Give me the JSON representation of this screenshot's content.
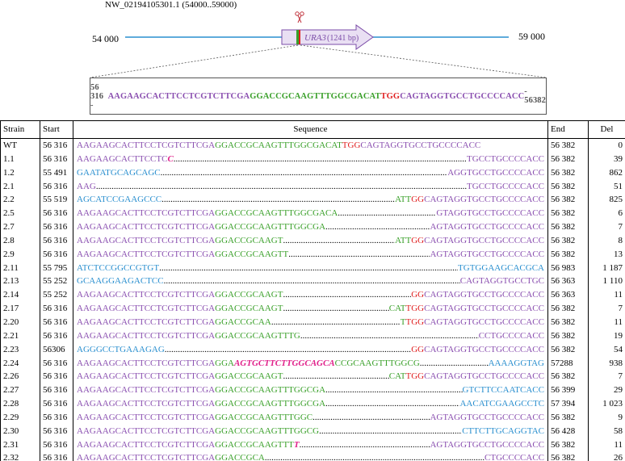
{
  "locus": "NW_02194105301.1 (54000..59000)",
  "coord_left": "54 000",
  "coord_right": "59 000",
  "gene_label": "URA3",
  "gene_size": "(1241 bp)",
  "colors": {
    "purple": "#8a4fb0",
    "green": "#3aa02a",
    "red": "#e02020",
    "blue": "#2a8fcf",
    "magenta": "#e0208a"
  },
  "zoom": {
    "start": "56 316 - ",
    "segs": [
      {
        "t": "AAGAAGCACTTCCTCGTCTTCGA",
        "c": "purple"
      },
      {
        "t": "GGACCGCAAGTTTGGCGACAT",
        "c": "green"
      },
      {
        "t": "TGG",
        "c": "red"
      },
      {
        "t": "CAGTAGGTGCCTGCCCCACC",
        "c": "purple"
      }
    ],
    "end": " - 56382"
  },
  "table": {
    "headers": [
      "Strain",
      "Start",
      "Sequence",
      "End",
      "Del"
    ],
    "rows": [
      {
        "strain": "WT",
        "start": "56 316",
        "end": "56 382",
        "del": "0",
        "left": [
          {
            "t": "AAGAAGCACTTCCTCGTCTTCGA",
            "c": "purple"
          },
          {
            "t": "GGACCGCAAGTTTGGCGACAT",
            "c": "green"
          },
          {
            "t": "TGG",
            "c": "red"
          },
          {
            "t": "CAGTAGGTGCCTGCCCCACC",
            "c": "purple"
          }
        ],
        "right": []
      },
      {
        "strain": "1.1",
        "start": "56 316",
        "end": "56 382",
        "del": "39",
        "left": [
          {
            "t": "AAGAAGCACTTCCTC",
            "c": "purple"
          },
          {
            "t": "C",
            "c": "magenta",
            "i": true
          }
        ],
        "right": [
          {
            "t": "TGCCTGCCCCACC",
            "c": "purple"
          }
        ]
      },
      {
        "strain": "1.2",
        "start": "55 491",
        "end": "56 382",
        "del": "862",
        "left": [
          {
            "t": "GAATATGCAGCAGC",
            "c": "blue"
          }
        ],
        "right": [
          {
            "t": "AGGTGCCTGCCCCACC",
            "c": "purple"
          }
        ]
      },
      {
        "strain": "2.1",
        "start": "56 316",
        "end": "56 382",
        "del": "51",
        "left": [
          {
            "t": "AAG",
            "c": "purple"
          }
        ],
        "right": [
          {
            "t": "TGCCTGCCCCACC",
            "c": "purple"
          }
        ]
      },
      {
        "strain": "2.2",
        "start": "55 519",
        "end": "56 382",
        "del": "825",
        "left": [
          {
            "t": "AGCATCCGAAGCCC",
            "c": "blue"
          }
        ],
        "right": [
          {
            "t": "ATT",
            "c": "green"
          },
          {
            "t": "GG",
            "c": "red"
          },
          {
            "t": "CAGTAGGTGCCTGCCCCACC",
            "c": "purple"
          }
        ]
      },
      {
        "strain": "2.5",
        "start": "56 316",
        "end": "56 382",
        "del": "6",
        "left": [
          {
            "t": "AAGAAGCACTTCCTCGTCTTCGA",
            "c": "purple"
          },
          {
            "t": "GGACCGCAAGTTTGGCGACA",
            "c": "green"
          }
        ],
        "right": [
          {
            "t": "GTAGGTGCCTGCCCCACC",
            "c": "purple"
          }
        ]
      },
      {
        "strain": "2.7",
        "start": "56 316",
        "end": "56 382",
        "del": "7",
        "left": [
          {
            "t": "AAGAAGCACTTCCTCGTCTTCGA",
            "c": "purple"
          },
          {
            "t": "GGACCGCAAGTTTGGCGA",
            "c": "green"
          }
        ],
        "right": [
          {
            "t": "AGTAGGTGCCTGCCCCACC",
            "c": "purple"
          }
        ]
      },
      {
        "strain": "2.8",
        "start": "56 316",
        "end": "56 382",
        "del": "8",
        "left": [
          {
            "t": "AAGAAGCACTTCCTCGTCTTCGA",
            "c": "purple"
          },
          {
            "t": "GGACCGCAAGT",
            "c": "green"
          }
        ],
        "right": [
          {
            "t": "ATT",
            "c": "green"
          },
          {
            "t": "GG",
            "c": "red"
          },
          {
            "t": "CAGTAGGTGCCTGCCCCACC",
            "c": "purple"
          }
        ]
      },
      {
        "strain": "2.9",
        "start": "56 316",
        "end": "56 382",
        "del": "13",
        "left": [
          {
            "t": "AAGAAGCACTTCCTCGTCTTCGA",
            "c": "purple"
          },
          {
            "t": "GGACCGCAAGTT",
            "c": "green"
          }
        ],
        "right": [
          {
            "t": "AGTAGGTGCCTGCCCCACC",
            "c": "purple"
          }
        ]
      },
      {
        "strain": "2.11",
        "start": "55 795",
        "end": "56 983",
        "del": "1 187",
        "left": [
          {
            "t": "ATCTCCGGCCGTGT",
            "c": "blue"
          }
        ],
        "right": [
          {
            "t": "TGTGGAAGCACGCA",
            "c": "blue"
          }
        ]
      },
      {
        "strain": "2.13",
        "start": "55 252",
        "end": "56 363",
        "del": "1 110",
        "left": [
          {
            "t": "GCAAGGAAGACTCC",
            "c": "blue"
          }
        ],
        "right": [
          {
            "t": "CAGTAGGTGCCTGC",
            "c": "purple"
          }
        ]
      },
      {
        "strain": "2.14",
        "start": "55 252",
        "end": "56 363",
        "del": "11",
        "left": [
          {
            "t": "AAGAAGCACTTCCTCGTCTTCGA",
            "c": "purple"
          },
          {
            "t": "GGACCGCAAGT",
            "c": "green"
          }
        ],
        "right": [
          {
            "t": "GG",
            "c": "red"
          },
          {
            "t": "CAGTAGGTGCCTGCCCCACC",
            "c": "purple"
          }
        ]
      },
      {
        "strain": "2.17",
        "start": "56 316",
        "end": "56 382",
        "del": "7",
        "left": [
          {
            "t": "AAGAAGCACTTCCTCGTCTTCGA",
            "c": "purple"
          },
          {
            "t": "GGACCGCAAGT",
            "c": "green"
          }
        ],
        "right": [
          {
            "t": "CAT",
            "c": "green"
          },
          {
            "t": "TGG",
            "c": "red"
          },
          {
            "t": "CAGTAGGTGCCTGCCCCACC",
            "c": "purple"
          }
        ]
      },
      {
        "strain": "2.20",
        "start": "56 316",
        "end": "56 382",
        "del": "11",
        "left": [
          {
            "t": "AAGAAGCACTTCCTCGTCTTCGA",
            "c": "purple"
          },
          {
            "t": "GGACCGCAA",
            "c": "green"
          }
        ],
        "right": [
          {
            "t": "T",
            "c": "green"
          },
          {
            "t": "TGG",
            "c": "red"
          },
          {
            "t": "CAGTAGGTGCCTGCCCCACC",
            "c": "purple"
          }
        ]
      },
      {
        "strain": "2.21",
        "start": "56 316",
        "end": "56 382",
        "del": "19",
        "left": [
          {
            "t": "AAGAAGCACTTCCTCGTCTTCGA",
            "c": "purple"
          },
          {
            "t": "GGACCGCAAGTTTG",
            "c": "green"
          }
        ],
        "right": [
          {
            "t": "CCTGCCCCACC",
            "c": "purple"
          }
        ]
      },
      {
        "strain": "2.23",
        "start": "56306",
        "end": "56 382",
        "del": "54",
        "left": [
          {
            "t": "AGGGCCTGAAAGAG",
            "c": "blue"
          }
        ],
        "right": [
          {
            "t": "GG",
            "c": "red"
          },
          {
            "t": "CAGTAGGTGCCTGCCCCACC",
            "c": "purple"
          }
        ]
      },
      {
        "strain": "2.24",
        "start": "56 316",
        "end": "57288",
        "del": "938",
        "left": [
          {
            "t": "AAGAAGCACTTCCTCGTCTTCGA",
            "c": "purple"
          },
          {
            "t": "GGA",
            "c": "green"
          },
          {
            "t": "AGTGCTTCTTGGCAGCA",
            "c": "magenta",
            "i": true
          },
          {
            "t": "CCGCAAGTTTGGCG",
            "c": "green"
          }
        ],
        "right": [
          {
            "t": "AAAAGGTAG",
            "c": "blue"
          }
        ]
      },
      {
        "strain": "2.26",
        "start": "56 316",
        "end": "56 382",
        "del": "7",
        "left": [
          {
            "t": "AAGAAGCACTTCCTCGTCTTCGA",
            "c": "purple"
          },
          {
            "t": "GGACCGCAAGT",
            "c": "green"
          }
        ],
        "right": [
          {
            "t": "CAT",
            "c": "green"
          },
          {
            "t": "TGG",
            "c": "red"
          },
          {
            "t": "CAGTAGGTGCCTGCCCCACC",
            "c": "purple"
          }
        ]
      },
      {
        "strain": "2.27",
        "start": "56 316",
        "end": "56 399",
        "del": "29",
        "left": [
          {
            "t": "AAGAAGCACTTCCTCGTCTTCGA",
            "c": "purple"
          },
          {
            "t": "GGACCGCAAGTTTGGCGA",
            "c": "green"
          }
        ],
        "right": [
          {
            "t": "GTCTTCCAATCACC",
            "c": "blue"
          }
        ]
      },
      {
        "strain": "2.28",
        "start": "56 316",
        "end": "57 394",
        "del": "1 023",
        "left": [
          {
            "t": "AAGAAGCACTTCCTCGTCTTCGA",
            "c": "purple"
          },
          {
            "t": "GGACCGCAAGTTTGGCGA",
            "c": "green"
          }
        ],
        "right": [
          {
            "t": "AACATCGAAGCCTC",
            "c": "blue"
          }
        ]
      },
      {
        "strain": "2.29",
        "start": "56 316",
        "end": "56 382",
        "del": "9",
        "left": [
          {
            "t": "AAGAAGCACTTCCTCGTCTTCGA",
            "c": "purple"
          },
          {
            "t": "GGACCGCAAGTTTGGC",
            "c": "green"
          }
        ],
        "right": [
          {
            "t": "AGTAGGTGCCTGCCCCACC",
            "c": "purple"
          }
        ]
      },
      {
        "strain": "2.30",
        "start": "56 316",
        "end": "56 428",
        "del": "58",
        "left": [
          {
            "t": "AAGAAGCACTTCCTCGTCTTCGA",
            "c": "purple"
          },
          {
            "t": "GGACCGCAAGTTTGGCG",
            "c": "green"
          }
        ],
        "right": [
          {
            "t": "CTTCTTGCAGGTAC",
            "c": "blue"
          }
        ]
      },
      {
        "strain": "2.31",
        "start": "56 316",
        "end": "56 382",
        "del": "11",
        "left": [
          {
            "t": "AAGAAGCACTTCCTCGTCTTCGA",
            "c": "purple"
          },
          {
            "t": "GGACCGCAAGTTT",
            "c": "green"
          },
          {
            "t": "T",
            "c": "magenta",
            "i": true
          }
        ],
        "right": [
          {
            "t": "AGTAGGTGCCTGCCCCACC",
            "c": "purple"
          }
        ]
      },
      {
        "strain": "2.32",
        "start": "56 316",
        "end": "56 382",
        "del": "26",
        "left": [
          {
            "t": "AAGAAGCACTTCCTCGTCTTCGA",
            "c": "purple"
          },
          {
            "t": "GGACCGCA",
            "c": "green"
          }
        ],
        "right": [
          {
            "t": "CTGCCCCACC",
            "c": "purple"
          }
        ]
      }
    ]
  }
}
